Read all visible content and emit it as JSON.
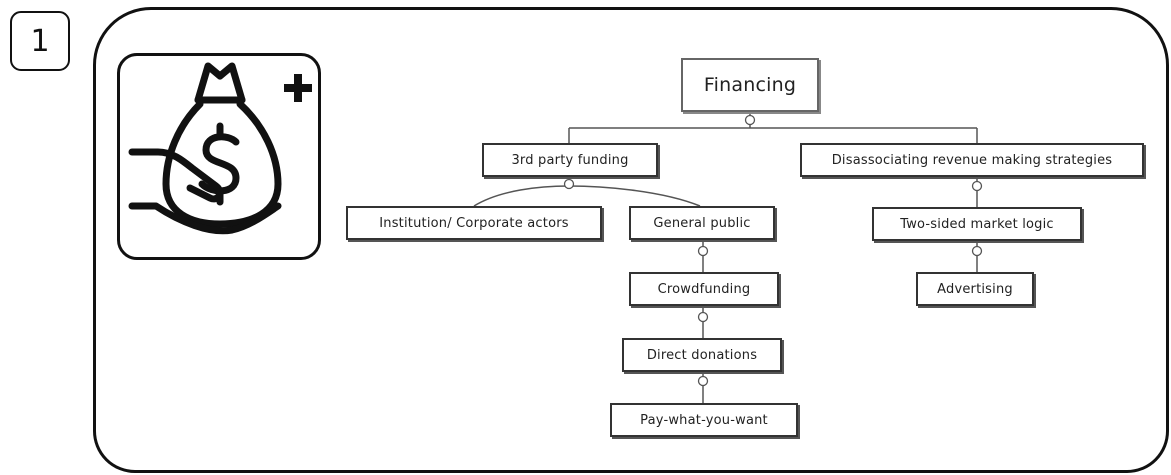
{
  "figure": {
    "number": "1",
    "icon": "money-bag-plus-in-hand-icon"
  },
  "tree": {
    "root": "Financing",
    "third_party_funding": "3rd party funding",
    "disassociating": "Disassociating revenue making strategies",
    "institution": "Institution/ Corporate actors",
    "general_public": "General public",
    "two_sided": "Two-sided market logic",
    "crowdfunding": "Crowdfunding",
    "advertising": "Advertising",
    "direct_donations": "Direct donations",
    "pay_what_you_want": "Pay-what-you-want"
  }
}
